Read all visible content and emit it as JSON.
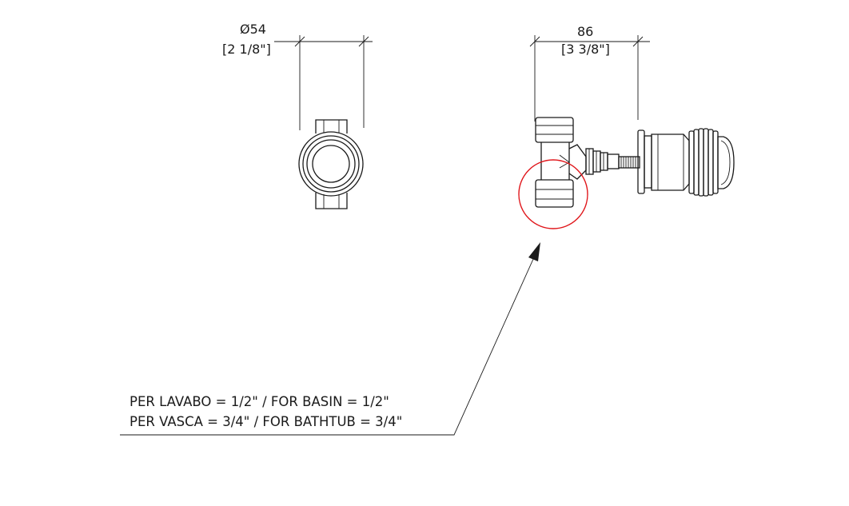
{
  "dimensions": {
    "left_primary": "Ø54",
    "left_secondary": "[2 1/8\"]",
    "right_primary": "86",
    "right_secondary": "[3 3/8\"]"
  },
  "note": {
    "line1": "PER LAVABO = 1/2\" / FOR BASIN = 1/2\"",
    "line2": "PER VASCA = 3/4\" / FOR BATHTUB = 3/4\""
  },
  "colors": {
    "line": "#1a1a1a",
    "highlight": "#e0161b",
    "background": "#ffffff"
  }
}
